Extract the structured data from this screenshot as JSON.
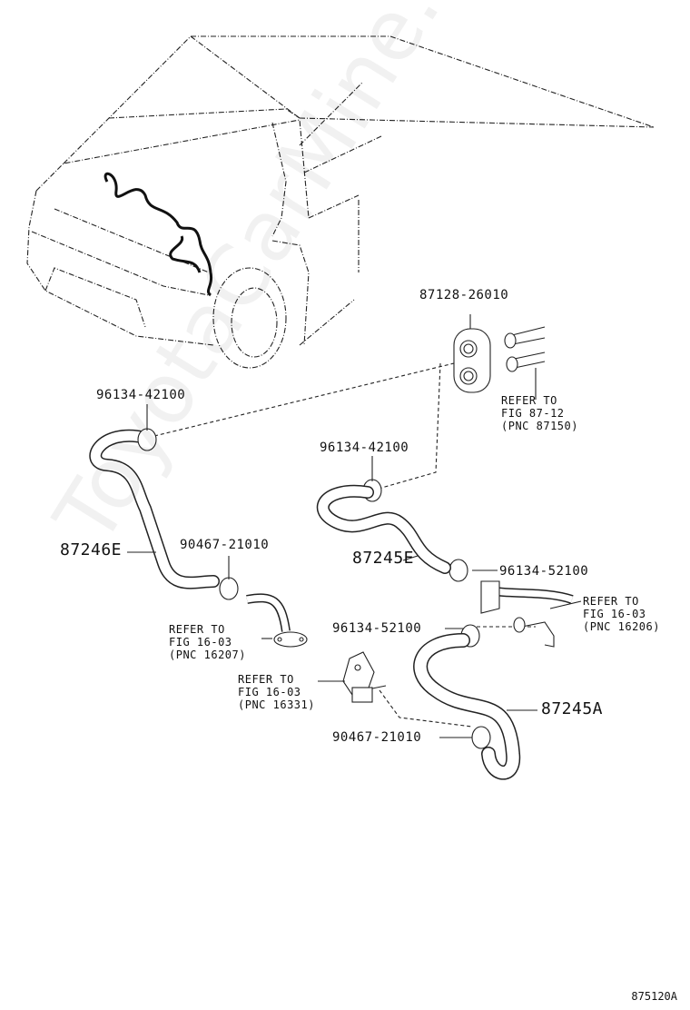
{
  "watermark": "ToyotaCarMine.ru",
  "diagram_code": "875120A",
  "parts": {
    "grommet": "87128-26010",
    "clamp_96134_left": "96134-42100",
    "clamp_96134_mid": "96134-42100",
    "hose_87246e": "87246E",
    "hose_87245e": "87245E",
    "hose_87245a": "87245A",
    "clamp_90467_upper": "90467-21010",
    "clamp_90467_lower": "90467-21010",
    "clamp_52100_upper": "96134-52100",
    "clamp_52100_lower": "96134-52100"
  },
  "refs": {
    "fig87": {
      "line1": "REFER TO",
      "line2": "FIG 87-12",
      "line3": "(PNC 87150)"
    },
    "fig16_left": {
      "line1": "REFER TO",
      "line2": "FIG 16-03",
      "line3": "(PNC 16207)"
    },
    "fig16_right": {
      "line1": "REFER TO",
      "line2": "FIG 16-03",
      "line3": "(PNC 16206)"
    },
    "fig16_center": {
      "line1": "REFER TO",
      "line2": "FIG 16-03",
      "line3": "(PNC 16331)"
    }
  }
}
